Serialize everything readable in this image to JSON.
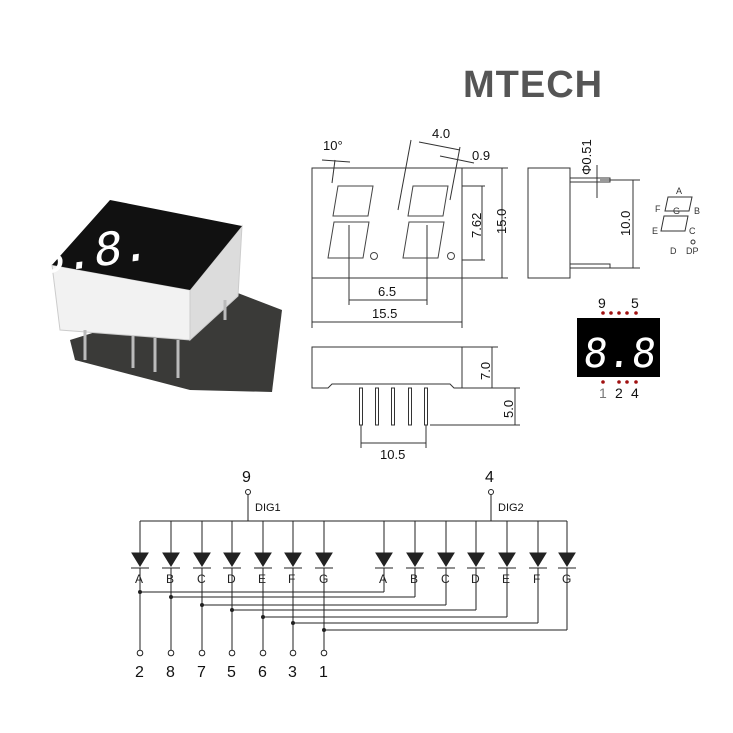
{
  "brand": {
    "logo": "MTECH",
    "color": "#555555"
  },
  "dimensions": {
    "angle": "10°",
    "seg_width": "4.0",
    "seg_thickness": "0.9",
    "digit_height": "7.62",
    "height": "15.0",
    "digit_pitch": "6.5",
    "width": "15.5",
    "pin_length_side": "10.0",
    "pin_diameter": "Φ0.51",
    "depth": "7.0",
    "pin_length": "5.0",
    "pin_span": "10.5"
  },
  "segment_legend": {
    "labels": [
      "A",
      "B",
      "C",
      "D",
      "E",
      "F",
      "G",
      "DP"
    ]
  },
  "pinout": {
    "top": [
      "9",
      "5"
    ],
    "bottom": [
      "1",
      "2",
      "4"
    ],
    "dot_color": "#a01010"
  },
  "schematic": {
    "common_pins": [
      {
        "pin": "9",
        "label": "DIG1"
      },
      {
        "pin": "4",
        "label": "DIG2"
      }
    ],
    "segments": [
      "A",
      "B",
      "C",
      "D",
      "E",
      "F",
      "G"
    ],
    "segment_pins": [
      "2",
      "8",
      "7",
      "5",
      "6",
      "3",
      "1"
    ]
  }
}
